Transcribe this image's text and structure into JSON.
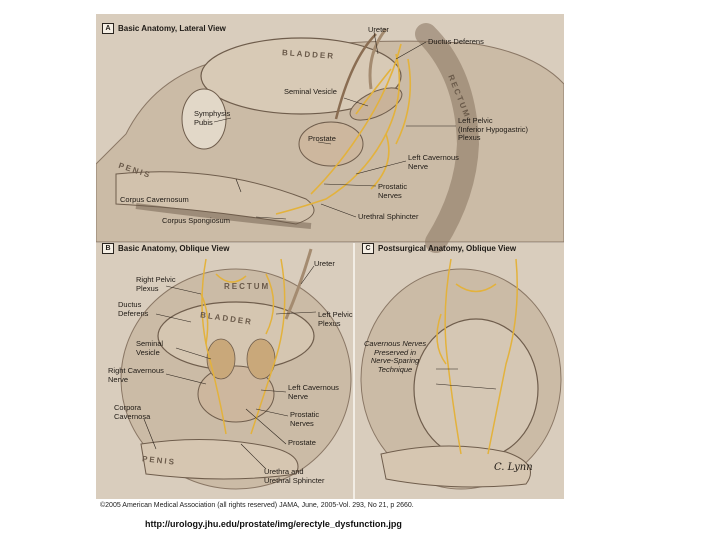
{
  "panel_a": {
    "letter": "A",
    "title": "Basic Anatomy, Lateral View",
    "labels": {
      "ureter": "Ureter",
      "ductus_deferens": "Ductus Deferens",
      "bladder": "BLADDER",
      "rectum": "RECTUM",
      "seminal_vesicle": "Seminal Vesicle",
      "symphysis_pubis": "Symphysis\nPubis",
      "left_pelvic_plexus": "Left Pelvic\n(Inferior Hypogastric)\nPlexus",
      "prostate": "Prostate",
      "left_cavernous_nerve": "Left Cavernous\nNerve",
      "penis": "PENIS",
      "prostatic_nerves": "Prostatic\nNerves",
      "corpus_cavernosum": "Corpus Cavernosum",
      "corpus_spongiosum": "Corpus Spongiosum",
      "urethral_sphincter": "Urethral Sphincter"
    }
  },
  "panel_b": {
    "letter": "B",
    "title": "Basic Anatomy, Oblique View",
    "labels": {
      "ureter": "Ureter",
      "right_pelvic_plexus": "Right Pelvic\nPlexus",
      "rectum": "RECTUM",
      "ductus_deferens": "Ductus\nDeferens",
      "bladder": "BLADDER",
      "left_pelvic_plexus": "Left Pelvic\nPlexus",
      "seminal_vesicle": "Seminal\nVesicle",
      "right_cavernous_nerve": "Right Cavernous\nNerve",
      "left_cavernous_nerve": "Left Cavernous\nNerve",
      "corpora_cavernosa": "Corpora\nCavernosa",
      "prostatic_nerves": "Prostatic\nNerves",
      "prostate": "Prostate",
      "penis": "PENIS",
      "urethra_sphincter": "Urethra and\nUrethral Sphincter"
    }
  },
  "panel_c": {
    "letter": "C",
    "title": "Postsurgical Anatomy, Oblique View",
    "labels": {
      "cavernous_preserved": "Cavernous Nerves\nPreserved in\nNerve-Sparing\nTechnique"
    },
    "signature": "C. Lynn"
  },
  "copyright": "©2005 American Medical Association (all rights reserved) JAMA, June, 2005-Vol. 293, No 21, p 2660.",
  "source_url": "http://urology.jhu.edu/prostate/img/erectyle_dysfunction.jpg",
  "colors": {
    "background": "#d9cdbd",
    "tissue": "#c8b8a4",
    "nerve": "#e3b23c",
    "outline": "#7a6856"
  }
}
